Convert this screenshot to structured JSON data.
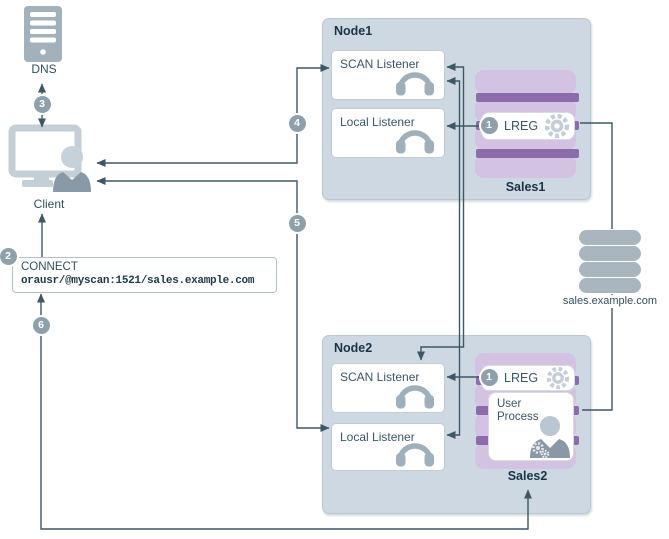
{
  "colors": {
    "node_fill": "#cdd8e2",
    "node_border": "#b9c7d2",
    "listener_box_border": "#c5cbd1",
    "instance_bar_purple": "#d3c2e1",
    "instance_band_purple": "#8d6cab",
    "connector_line": "#3e5765",
    "icon_gray": "#9fafbb",
    "badge_gray": "#8fa0ad",
    "title_text": "#1a3447",
    "body_text": "#3a5767"
  },
  "badges": {
    "s1": "1",
    "s2": "2",
    "s3": "3",
    "s4": "4",
    "s5": "5",
    "s6": "6"
  },
  "dns": {
    "label": "DNS"
  },
  "client": {
    "label": "Client"
  },
  "connect": {
    "title": "CONNECT",
    "string": "orausr/@myscan:1521/sales.example.com"
  },
  "database": {
    "label": "sales.example.com"
  },
  "node1": {
    "title": "Node1",
    "scan_listener": "SCAN Listener",
    "local_listener": "Local Listener",
    "instance": {
      "process": "LREG",
      "label": "Sales1"
    }
  },
  "node2": {
    "title": "Node2",
    "scan_listener": "SCAN Listener",
    "local_listener": "Local Listener",
    "instance": {
      "process": "LREG",
      "user_process": [
        "User",
        "Process"
      ],
      "label": "Sales2"
    }
  }
}
